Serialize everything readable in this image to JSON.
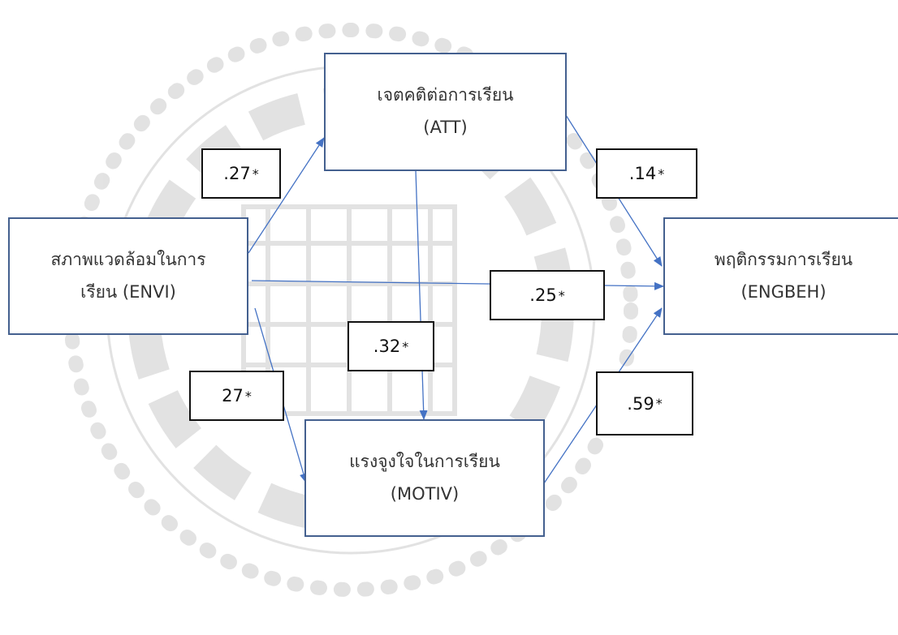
{
  "nodes": {
    "envi": {
      "line1": "สภาพแวดล้อมในการ",
      "line2": "เรียน (ENVI)"
    },
    "att": {
      "line1": "เจตคติต่อการเรียน",
      "line2": "(ATT)"
    },
    "motiv": {
      "line1": "แรงจูงใจในการเรียน",
      "line2": "(MOTIV)"
    },
    "engbeh": {
      "line1": "พฤติกรรมการเรียน",
      "line2": "(ENGBEH)"
    }
  },
  "paths": {
    "envi_att": {
      "value": ".27",
      "mark": "*"
    },
    "att_engbeh": {
      "value": ".14",
      "mark": "*"
    },
    "envi_engbeh": {
      "value": ".25",
      "mark": "*"
    },
    "att_motiv": {
      "value": ".32",
      "mark": "*"
    },
    "envi_motiv": {
      "value": "27",
      "mark": "*"
    },
    "motiv_engbeh": {
      "value": ".59",
      "mark": "*"
    }
  },
  "colors": {
    "arrow": "#4472c4",
    "node_border": "#44608f",
    "label_border": "#111111",
    "watermark": "#bdbdbd"
  }
}
